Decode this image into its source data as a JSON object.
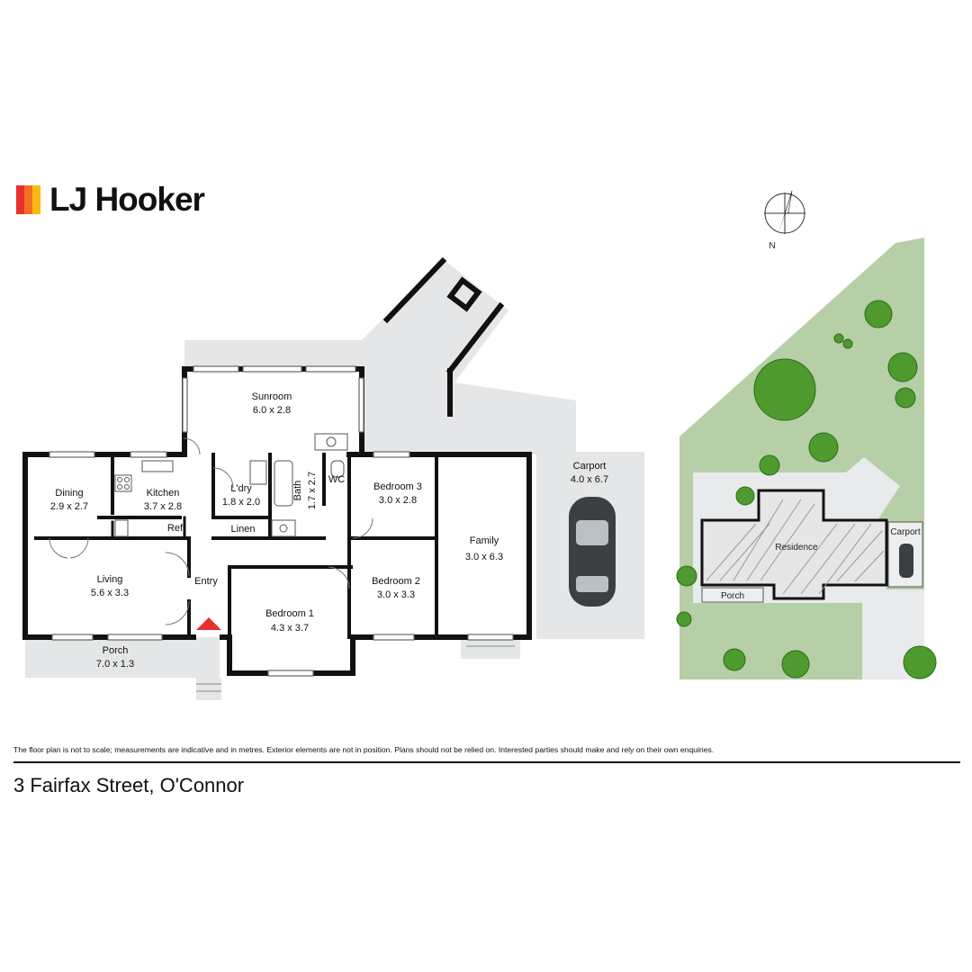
{
  "brand": {
    "name": "LJ Hooker",
    "colors": [
      "#e8312f",
      "#f27022",
      "#fdb913"
    ]
  },
  "compass": {
    "label": "N"
  },
  "rooms": {
    "sunroom": {
      "name": "Sunroom",
      "size": "6.0 x 2.8"
    },
    "dining": {
      "name": "Dining",
      "size": "2.9 x 2.7"
    },
    "kitchen": {
      "name": "Kitchen",
      "size": "3.7 x 2.8"
    },
    "laundry": {
      "name": "L'dry",
      "size": "1.8 x 2.0"
    },
    "bath": {
      "name": "Bath",
      "size": "1.7 x 2.7"
    },
    "wc": {
      "name": "WC"
    },
    "bedroom3": {
      "name": "Bedroom 3",
      "size": "3.0 x 2.8"
    },
    "family": {
      "name": "Family",
      "size": "3.0 x 6.3"
    },
    "carport": {
      "name": "Carport",
      "size": "4.0 x 6.7"
    },
    "ref": {
      "name": "Ref."
    },
    "linen": {
      "name": "Linen"
    },
    "living": {
      "name": "Living",
      "size": "5.6 x 3.3"
    },
    "entry": {
      "name": "Entry"
    },
    "bedroom2": {
      "name": "Bedroom 2",
      "size": "3.0 x 3.3"
    },
    "bedroom1": {
      "name": "Bedroom 1",
      "size": "4.3 x 3.7"
    },
    "porch": {
      "name": "Porch",
      "size": "7.0 x 1.3"
    }
  },
  "site_plan": {
    "residence": "Residence",
    "carport": "Carport",
    "porch": "Porch"
  },
  "disclaimer": "The floor plan is not to scale; measurements are indicative and in metres. Exterior elements are not in position. Plans should not be relied on. Interested parties should make and rely on their own enquiries.",
  "address": "3 Fairfax Street, O'Connor",
  "palette": {
    "wall": "#111111",
    "exterior": "#e4e6e7",
    "lawn": "#b6cfa6",
    "tree": "#4e9a2e"
  }
}
